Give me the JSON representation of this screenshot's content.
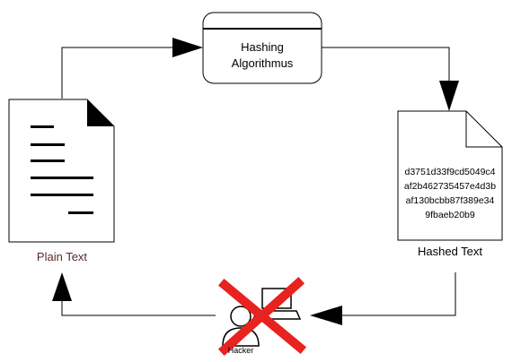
{
  "diagram": {
    "algorithm": {
      "line1": "Hashing",
      "line2": "Algorithmus"
    },
    "plain_text": {
      "label": "Plain Text"
    },
    "hashed_text": {
      "label": "Hashed Text",
      "value_lines": [
        "d3751d33f9cd5049c4",
        "af2b462735457e4d3b",
        "af130bcbb87f389e34",
        "9fbaeb20b9"
      ]
    },
    "hacker": {
      "label": "Hacker"
    },
    "colors": {
      "stroke": "#000000",
      "cross": "#e8221f",
      "plain_label": "#5a2a2a",
      "fill": "#ffffff"
    },
    "icons": [
      "document-icon",
      "hashed-document-icon",
      "user-icon",
      "laptop-icon",
      "cross-icon"
    ]
  }
}
